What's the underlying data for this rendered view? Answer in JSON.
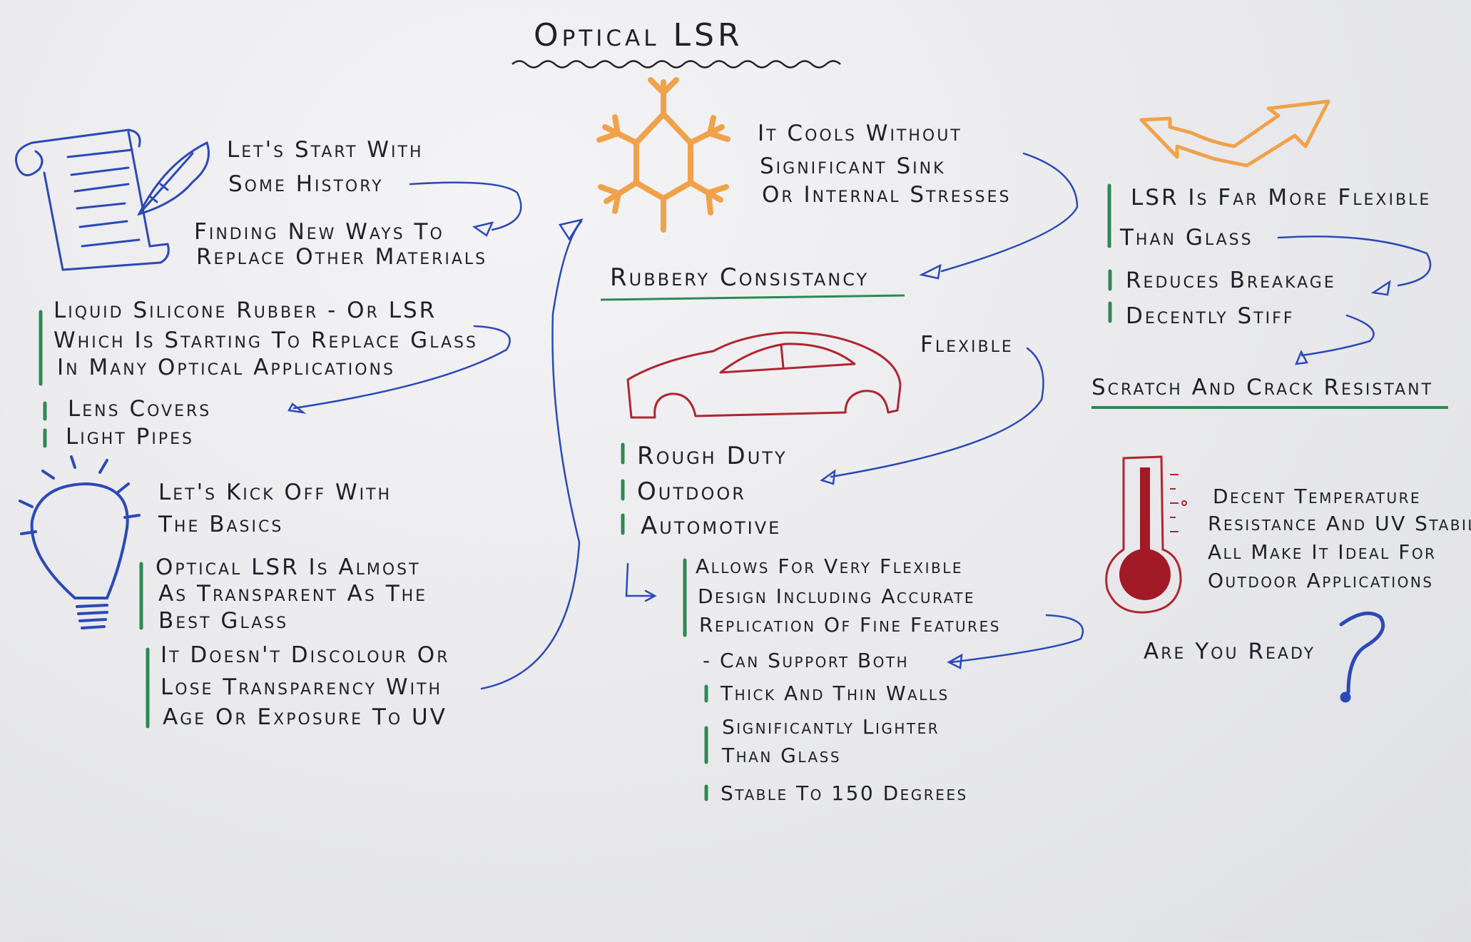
{
  "title": "Optical LSR",
  "history": {
    "line1": "Let's Start With",
    "line2": "Some History",
    "sub1": "Finding New Ways To",
    "sub2": "Replace Other Materials"
  },
  "lsr_intro": {
    "lines": [
      "Liquid Silicone Rubber - Or LSR",
      "Which Is Starting To Replace Glass",
      "In Many Optical Applications"
    ],
    "bullets": [
      "Lens Covers",
      "Light Pipes"
    ]
  },
  "basics": {
    "line1": "Let's Kick Off With",
    "line2": "The Basics",
    "point1": [
      "Optical LSR Is Almost",
      "As Transparent As The",
      "Best Glass"
    ],
    "point2": [
      "It Doesn't Discolour Or",
      "Lose Transparency With",
      "Age Or Exposure To UV"
    ]
  },
  "cooling": {
    "lines": [
      "It Cools Without",
      "Significant Sink",
      "Or Internal Stresses"
    ],
    "result": "Rubbery Consistancy"
  },
  "car": {
    "label": "Flexible",
    "bullets": [
      "Rough Duty",
      "Outdoor",
      "Automotive"
    ],
    "design": [
      "Allows For Very Flexible",
      "Design Including Accurate",
      "Replication Of Fine Features"
    ],
    "support": "- Can Support Both",
    "more": [
      "Thick And Thin Walls",
      "Significantly Lighter",
      "Than Glass",
      "Stable To 150 Degrees"
    ]
  },
  "flex": {
    "lines": [
      "LSR Is Far More Flexible",
      "Than Glass"
    ],
    "bullets": [
      "Reduces Breakage",
      "Decently Stiff"
    ],
    "result": "Scratch And Crack Resistant"
  },
  "temperature": {
    "lines": [
      "Decent Temperature",
      "Resistance And UV Stability",
      "All Make It Ideal For",
      "Outdoor Applications"
    ]
  },
  "closing": {
    "text": "Are You Ready",
    "mark": "?"
  },
  "colors": {
    "marker_black": "#20202a",
    "marker_blue": "#2b49b8",
    "marker_green": "#2c8a52",
    "marker_orange": "#f0a24a",
    "marker_red": "#b02530"
  },
  "icons": [
    "scroll-icon",
    "quill-icon",
    "snowflake-icon",
    "up-arrow-icon",
    "car-icon",
    "light-bulb-icon",
    "thermometer-icon"
  ]
}
